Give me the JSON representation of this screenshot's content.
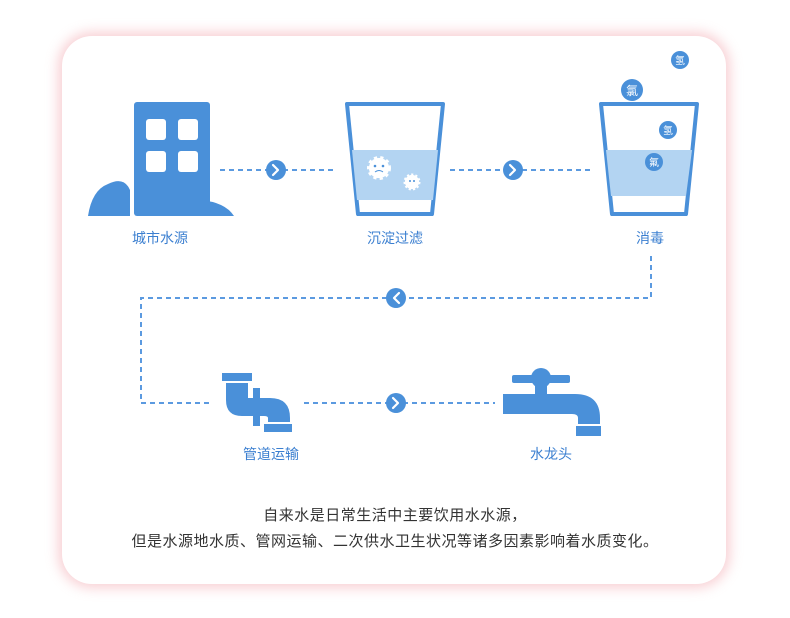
{
  "steps": {
    "source": "城市水源",
    "sediment": "沉淀过滤",
    "disinfect": "消毒",
    "pipeline": "管道运输",
    "faucet": "水龙头"
  },
  "chemicals": {
    "chlorine": "氯",
    "hydrogen_top": "氢",
    "hydrogen_mid": "氢",
    "fluorine": "氟"
  },
  "description": {
    "line1": "自来水是日常生活中主要饮用水水源，",
    "line2": "但是水源地水质、管网运输、二次供水卫生状况等诸多因素影响着水质变化。"
  },
  "colors": {
    "primary": "#4a90d9",
    "light_water": "#b3d4f2",
    "dash": "#5b9ae0",
    "border_glow": "#f0a0aa",
    "text": "#333333"
  }
}
